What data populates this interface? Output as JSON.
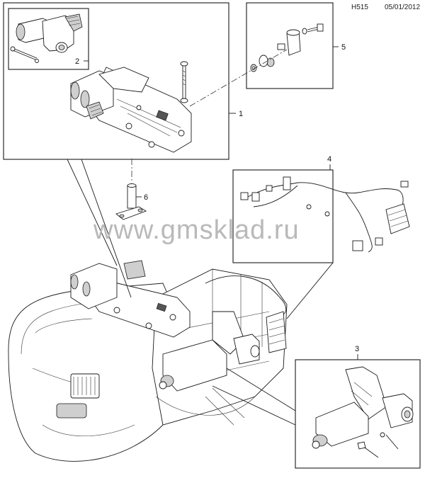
{
  "header": {
    "code": "H515",
    "date": "05/01/2012"
  },
  "watermark": "www.gmsklad.ru",
  "callouts": [
    {
      "id": "1",
      "label": "1"
    },
    {
      "id": "2",
      "label": "2"
    },
    {
      "id": "3",
      "label": "3"
    },
    {
      "id": "4",
      "label": "4"
    },
    {
      "id": "5",
      "label": "5"
    },
    {
      "id": "6",
      "label": "6"
    }
  ],
  "colors": {
    "line": "#1a1a1a",
    "shade": "#cfcfcf",
    "watermark": "#b9b9b9"
  }
}
